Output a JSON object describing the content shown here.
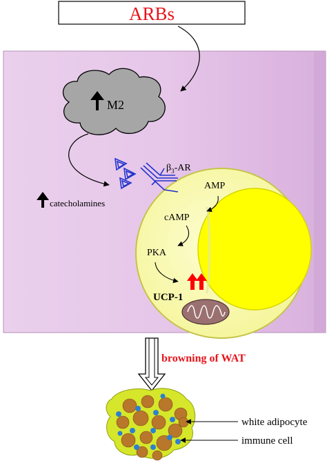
{
  "header": {
    "drug_label": "ARBs"
  },
  "macrophage": {
    "label": "M2"
  },
  "signals": {
    "catecholamines_label": "catecholamines",
    "receptor_label_prefix": "β",
    "receptor_label_sub": "3",
    "receptor_label_suffix": "-AR"
  },
  "pathway": {
    "step1": "AMP",
    "step2": "cAMP",
    "step3": "PKA",
    "step4": "UCP-1"
  },
  "outcome": {
    "label": "browning of WAT"
  },
  "legend": {
    "white_adipocyte": "white adipocyte",
    "immune_cell": "immune cell"
  },
  "colors": {
    "drug": "#e8141b",
    "outcome": "#e8141b",
    "tissue_fill": "#e3c2e6",
    "cell_fill": "#fafab0",
    "nucleus": "#ffff00",
    "macrophage": "#a6a6a6",
    "receptor": "#2233cc",
    "up_arrow": "#ff0000",
    "adipocyte_dot": "#b8772a",
    "immune_dot": "#2f7fd0",
    "cluster_bg": "#d6e62a"
  },
  "icons": {
    "increase": "up-arrow-icon",
    "mitochondrion": "mitochondrion-icon",
    "receptor": "receptor-icon",
    "ligand": "ligand-triangles-icon"
  }
}
